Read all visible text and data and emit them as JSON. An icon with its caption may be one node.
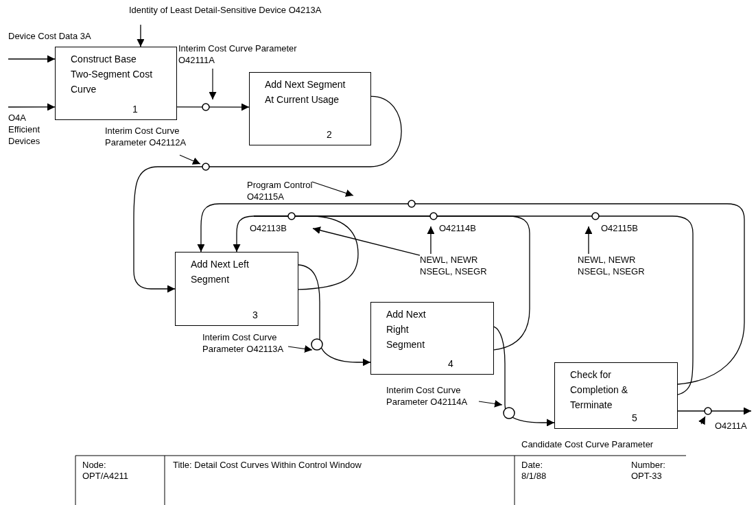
{
  "diagram": {
    "nodes": [
      {
        "text": [
          "Construct Base Two-Segment Cost Curve",
          "1"
        ]
      },
      {
        "text": [
          "Add Next Segment At Current Usage",
          "2"
        ]
      },
      {
        "text": [
          "Add Next Left Segment",
          "3"
        ]
      },
      {
        "text": [
          "Add Next Right Segment",
          "4"
        ]
      },
      {
        "text": [
          "Check for Completion & Terminate",
          "5"
        ]
      },
      {
        "text": [
          "NEWL, NEWR NSEGL, NSEGR"
        ]
      },
      {
        "text": [
          "NEWL, NEWR NSEGL, NSEGR"
        ]
      }
    ],
    "edges": [
      {
        "from": null,
        "to": 0,
        "arrow": "to",
        "label": "Identity of Least Detail-Sensitive Device O4213A"
      },
      {
        "from": null,
        "to": 0,
        "arrow": "to",
        "label": "Device Cost Data 3A"
      },
      {
        "from": null,
        "to": 0,
        "arrow": "to",
        "label": "O4A Efficient Devices"
      },
      {
        "from": 0,
        "to": 1,
        "arrow": "to",
        "label": "Interim Cost Curve Parameter O42111A"
      },
      {
        "from": 1,
        "to": 2,
        "arrow": "to",
        "label": "Interim Cost Curve Parameter O42112A"
      },
      {
        "from": 4,
        "to": 2,
        "arrow": "to",
        "label": "Program Control O42115A"
      },
      {
        "from": 2,
        "to": 2,
        "arrow": "to",
        "label": "O42113B"
      },
      {
        "from": 3,
        "to": 2,
        "arrow": "to",
        "label": "O42114B"
      },
      {
        "from": 4,
        "to": 2,
        "arrow": "to",
        "label": "O42115B"
      },
      {
        "from": 2,
        "to": 3,
        "arrow": "to",
        "label": "Interim Cost Curve Parameter O42113A"
      },
      {
        "from": 3,
        "to": 4,
        "arrow": "to",
        "label": "Interim Cost Curve Parameter O42114A"
      },
      {
        "from": 4,
        "to": null,
        "arrow": "to",
        "label": "O4211A"
      },
      {
        "from": 5,
        "to": null,
        "arrow": "to"
      },
      {
        "from": 5,
        "to": null,
        "arrow": "to"
      },
      {
        "from": 6,
        "to": null,
        "arrow": "to"
      }
    ],
    "labels": [
      "Candidate Cost Curve Parameter",
      "Node:",
      "OPT/A4211",
      "Title: Detail Cost Curves Within Control Window",
      "Date:",
      "8/1/88",
      "Number:",
      "OPT-33"
    ]
  }
}
